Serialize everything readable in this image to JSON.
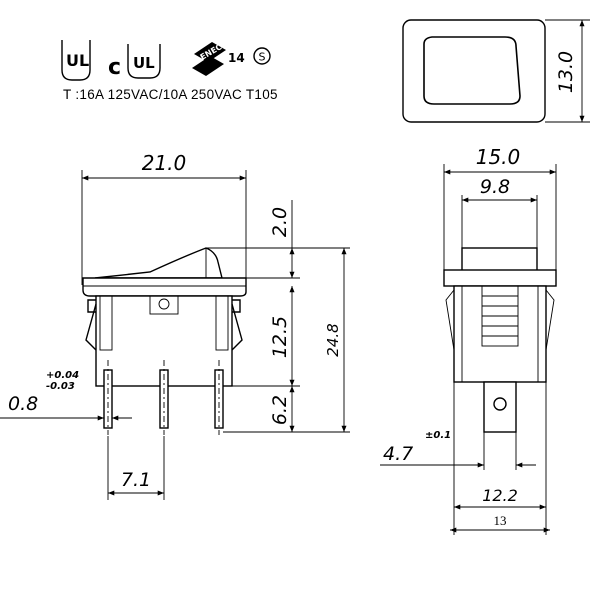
{
  "certifications": {
    "ul_mark": "UL",
    "cul_prefix": "c",
    "cul_mark": "UL",
    "enec_mark": "ENEC",
    "enec_number": "14",
    "s_mark": "S"
  },
  "rating_text": "T :16A  125VAC/10A  250VAC  T105",
  "front_view": {
    "height_label": "13.0"
  },
  "side_view": {
    "width_label": "21.0",
    "rocker_height_label": "2.0",
    "body_height_label": "12.5",
    "total_height_label": "24.8",
    "terminal_length_label": "6.2",
    "terminal_thickness_label": "0.8",
    "tolerance_plus": "+0.04",
    "tolerance_minus": "-0.03",
    "terminal_pitch_label": "7.1"
  },
  "end_view": {
    "overall_width_label": "15.0",
    "rocker_width_label": "9.8",
    "terminal_width_label": "4.7",
    "terminal_tolerance": "±0.1",
    "body_width_label": "12.2",
    "panel_cutout_label": "13"
  }
}
